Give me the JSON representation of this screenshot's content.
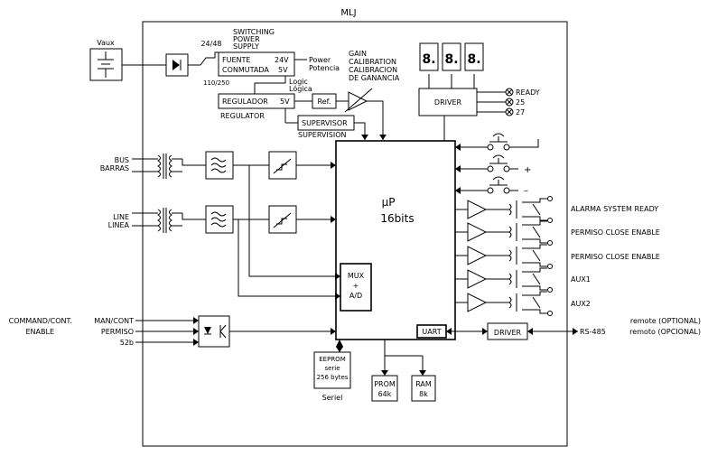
{
  "title": "MLJ",
  "vaux": "Vaux",
  "ps": {
    "v_in": "24/48",
    "v_in2": "110/250",
    "switching": [
      "SWITCHING",
      "POWER",
      "SUPPLY"
    ],
    "fuente": "FUENTE",
    "conmutada": "CONMUTADA",
    "v24": "24V",
    "v5": "5V",
    "power": "Power",
    "potencia": "Potencia",
    "logic": "Logic",
    "logica": "Lógica"
  },
  "regulador": {
    "label": "REGULADOR",
    "v5": "5V",
    "en": "REGULATOR"
  },
  "ref": "Ref.",
  "gain": [
    "GAIN",
    "CALIBRATION",
    "CALIBRACION",
    "DE GANANCIA"
  ],
  "supervisor": {
    "label": "SUPERVISOR",
    "en": "SUPERVISION"
  },
  "display": {
    "digits": [
      "8.",
      "8.",
      "8."
    ],
    "driver": "DRIVER"
  },
  "leds": [
    "READY",
    "25",
    "27"
  ],
  "inputs": {
    "bus": [
      "BUS",
      "BARRAS"
    ],
    "line": [
      "LINE",
      "LINEA"
    ]
  },
  "cpu": {
    "mu": "µP",
    "bits": "16bits"
  },
  "mux": [
    "MUX",
    "+",
    "A/D"
  ],
  "uart": "UART",
  "rs485": {
    "driver": "DRIVER",
    "label": "RS-485",
    "remote_en": "remote (OPTIONAL)",
    "remote_es": "remoto (OPCIONAL)"
  },
  "command": {
    "left": [
      "COMMAND/CONT.",
      "ENABLE"
    ],
    "signals": [
      "MAN/CONT",
      "PERMISO",
      "52b"
    ]
  },
  "memory": {
    "eeprom": [
      "EEPROM",
      "serie",
      "256 bytes"
    ],
    "eeprom_note": "Seriel",
    "prom": [
      "PROM",
      "64k"
    ],
    "ram": [
      "RAM",
      "8k"
    ]
  },
  "keys": [
    "+",
    "–"
  ],
  "relays": [
    "ALARMA  SYSTEM READY",
    "PERMISO  CLOSE ENABLE",
    "PERMISO  CLOSE ENABLE",
    "AUX1",
    "AUX2"
  ]
}
